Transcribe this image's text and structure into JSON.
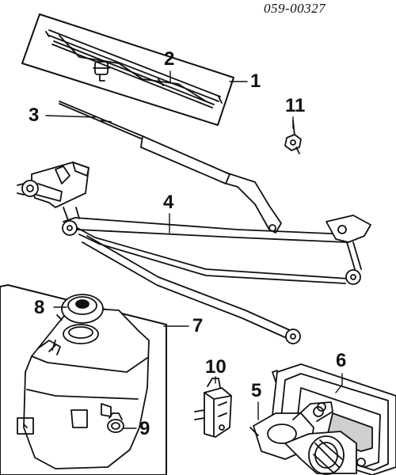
{
  "diagram_code": "059-00327",
  "callouts": [
    {
      "id": "1",
      "text": "1"
    },
    {
      "id": "2",
      "text": "2"
    },
    {
      "id": "3",
      "text": "3"
    },
    {
      "id": "4",
      "text": "4"
    },
    {
      "id": "5",
      "text": "5"
    },
    {
      "id": "6",
      "text": "6"
    },
    {
      "id": "7",
      "text": "7"
    },
    {
      "id": "8",
      "text": "8"
    },
    {
      "id": "9",
      "text": "9"
    },
    {
      "id": "10",
      "text": "10"
    },
    {
      "id": "11",
      "text": "11"
    }
  ],
  "colors": {
    "ink": "#111111",
    "paper": "#ffffff",
    "shade": "#cfcfcf"
  }
}
